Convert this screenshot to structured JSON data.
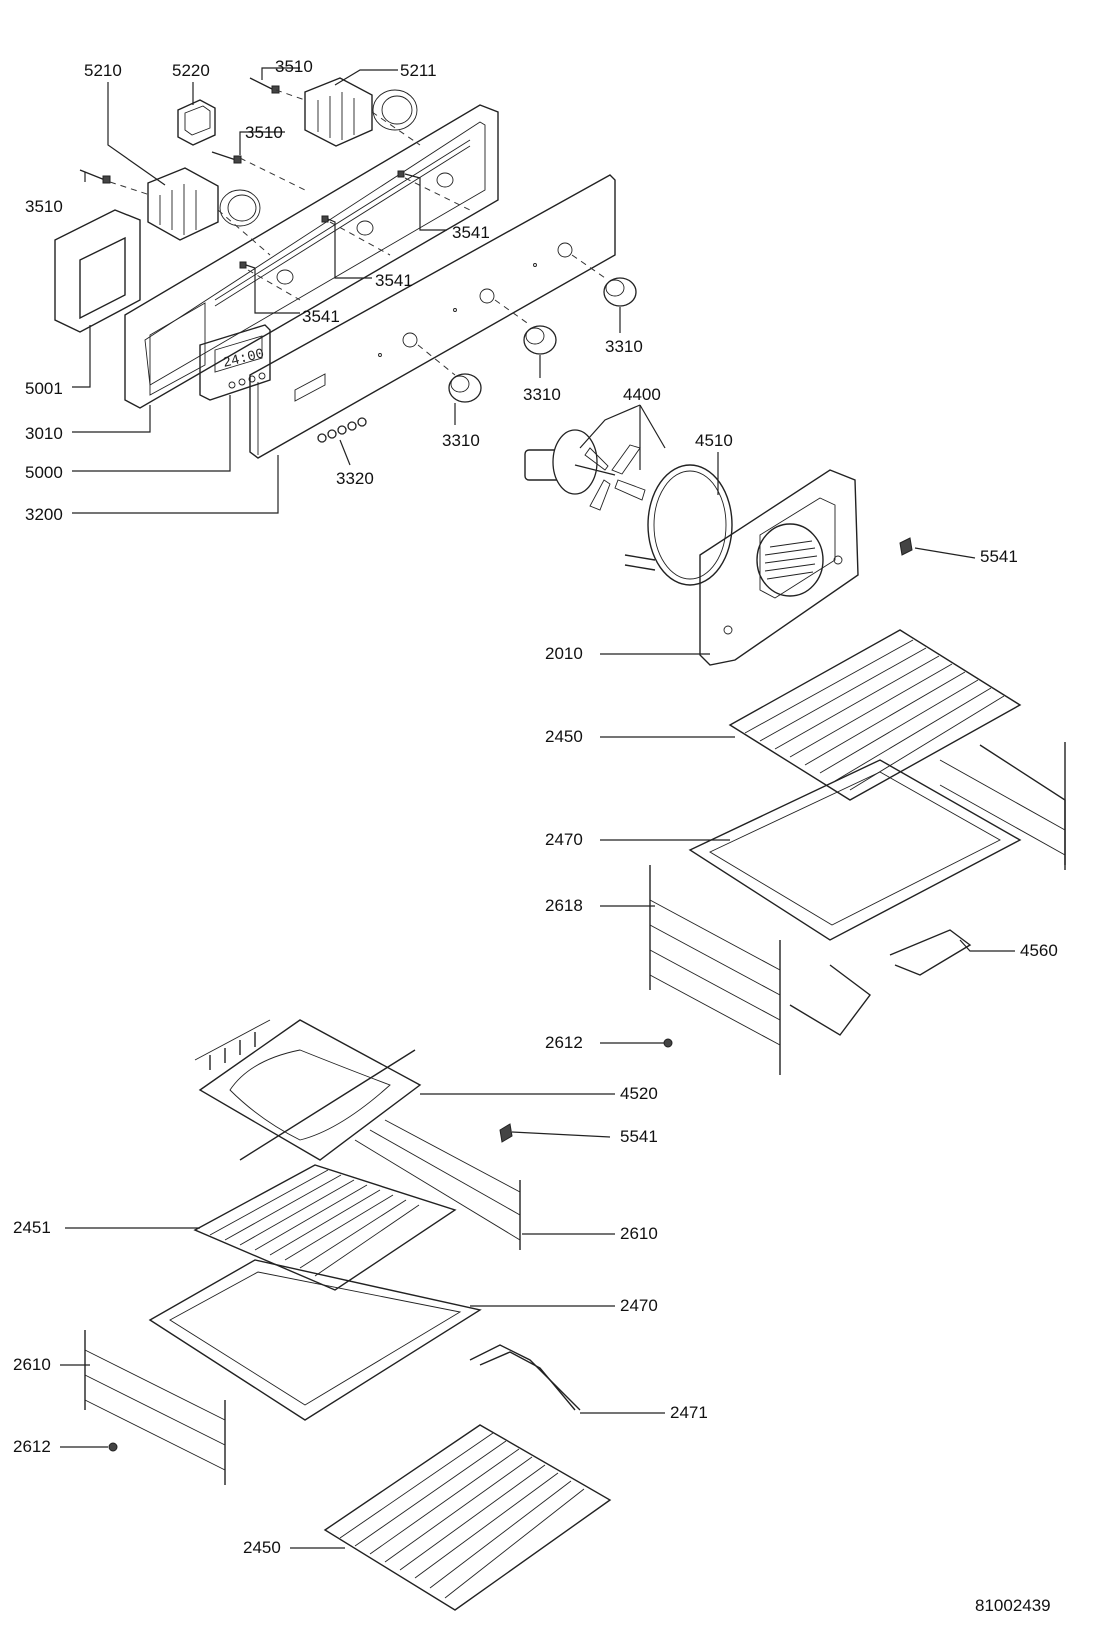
{
  "labels": {
    "l5210": "5210",
    "l5220": "5220",
    "l3510a": "3510",
    "l5211": "5211",
    "l3510b": "3510",
    "l3510c": "3510",
    "l3541a": "3541",
    "l3541b": "3541",
    "l3541c": "3541",
    "l5001": "5001",
    "l3010": "3010",
    "l5000": "5000",
    "l3200": "3200",
    "l3310a": "3310",
    "l3310b": "3310",
    "l3310c": "3310",
    "l3320": "3320",
    "l4400": "4400",
    "l4510": "4510",
    "l5541a": "5541",
    "l2010": "2010",
    "l2450a": "2450",
    "l2470a": "2470",
    "l2618": "2618",
    "l4560": "4560",
    "l2612a": "2612",
    "l4520": "4520",
    "l5541b": "5541",
    "l2451": "2451",
    "l2610a": "2610",
    "l2470b": "2470",
    "l2610b": "2610",
    "l2471": "2471",
    "l2612b": "2612",
    "l2450b": "2450"
  },
  "display_text": "24:00",
  "drawing_number": "81002439",
  "colors": {
    "ink": "#222222",
    "background": "#ffffff"
  }
}
